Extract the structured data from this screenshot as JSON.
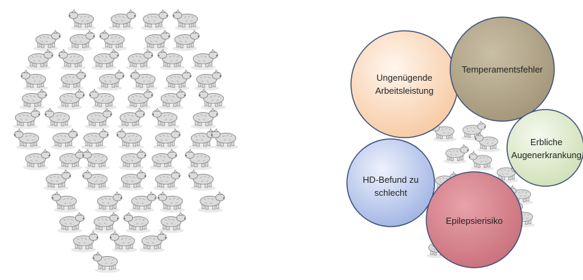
{
  "colors": {
    "bear_fill": "#dcdcdc",
    "bear_stroke": "#8a8a8a",
    "circle_stroke": "#3d4f7a"
  },
  "diagram": {
    "circles": [
      {
        "id": "arbeitsleistung",
        "label": "Ungenügende\nArbeitsleistung",
        "fill": "#fbe0c8"
      },
      {
        "id": "temperament",
        "label": "Temperamentsfehler",
        "fill": "#b5a98f"
      },
      {
        "id": "augen",
        "label": "Erbliche\nAugenerkrankung",
        "fill": "#e6efd8"
      },
      {
        "id": "hd",
        "label": "HD-Befund zu\nschlecht",
        "fill": "#b9c8ec"
      },
      {
        "id": "epilepsie",
        "label": "Epilepsierisiko",
        "fill": "#d98a93"
      }
    ]
  }
}
